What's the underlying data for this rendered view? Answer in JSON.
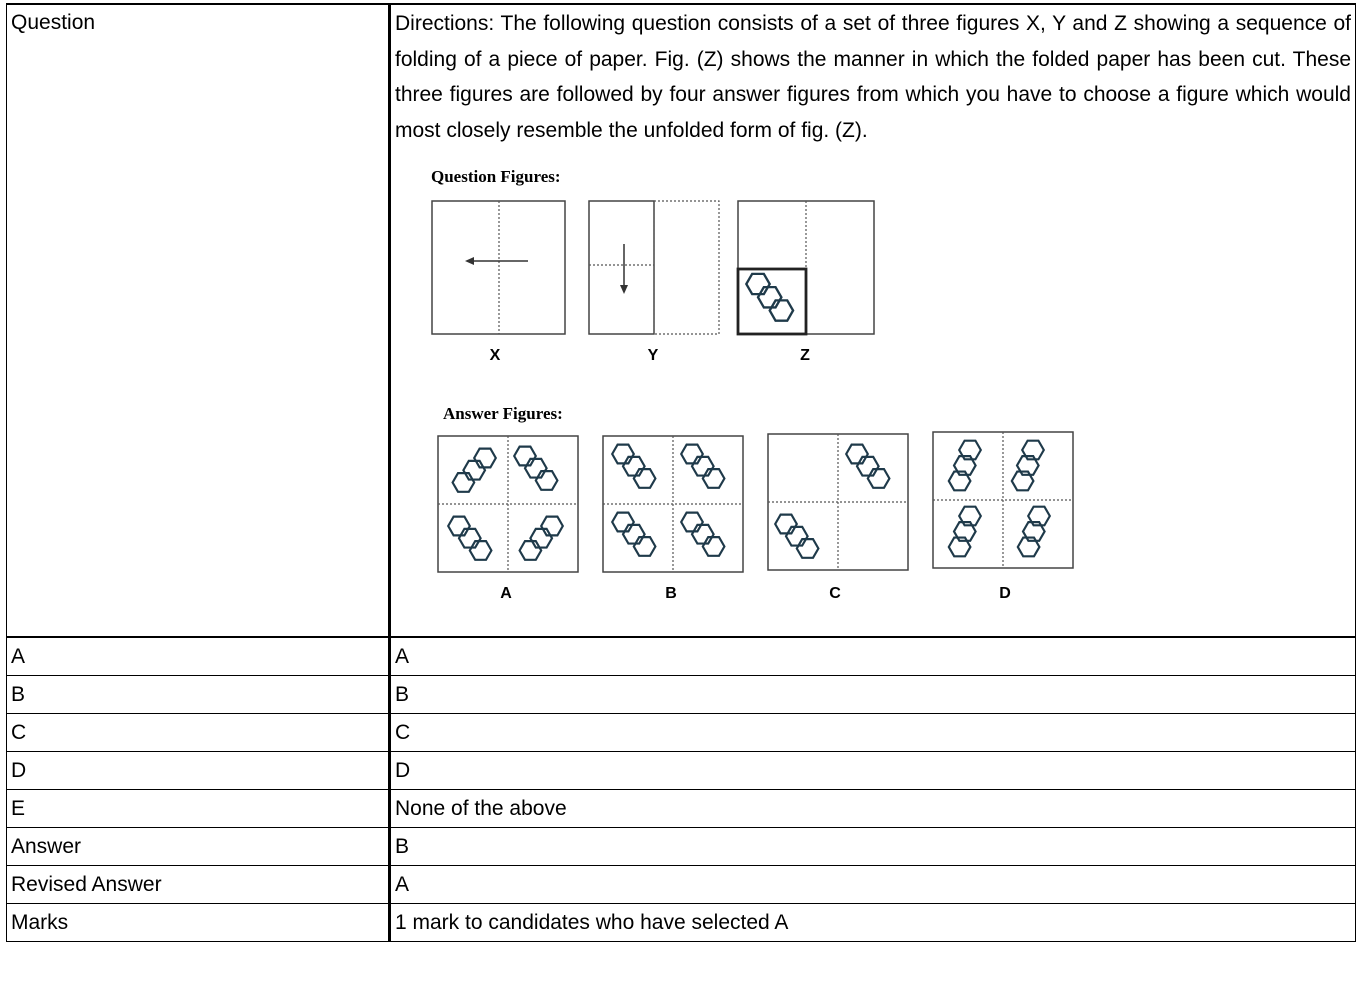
{
  "rows": {
    "question_label": "Question",
    "question_text": "Directions: The following question consists of a set of three figures X, Y and Z showing a sequence of folding of a piece of paper. Fig. (Z) shows the manner in which the folded paper has been cut. These three figures are followed by four answer figures from which you have to choose a figure which would most closely resemble the unfolded form of fig. (Z).",
    "options": [
      {
        "label": "A",
        "value": "A"
      },
      {
        "label": "B",
        "value": "B"
      },
      {
        "label": "C",
        "value": "C"
      },
      {
        "label": "D",
        "value": "D"
      },
      {
        "label": "E",
        "value": "None of the above"
      }
    ],
    "answer_label": "Answer",
    "answer_value": "B",
    "revised_label": "Revised Answer",
    "revised_value": "A",
    "marks_label": "Marks",
    "marks_value": "1 mark to candidates who have selected A"
  },
  "figures": {
    "question_title": "Question Figures:",
    "question_labels": [
      "X",
      "Y",
      "Z"
    ],
    "answer_title": "Answer Figures:",
    "answer_labels": [
      "A",
      "B",
      "C",
      "D"
    ],
    "ink_color": "#1f3a4a"
  }
}
